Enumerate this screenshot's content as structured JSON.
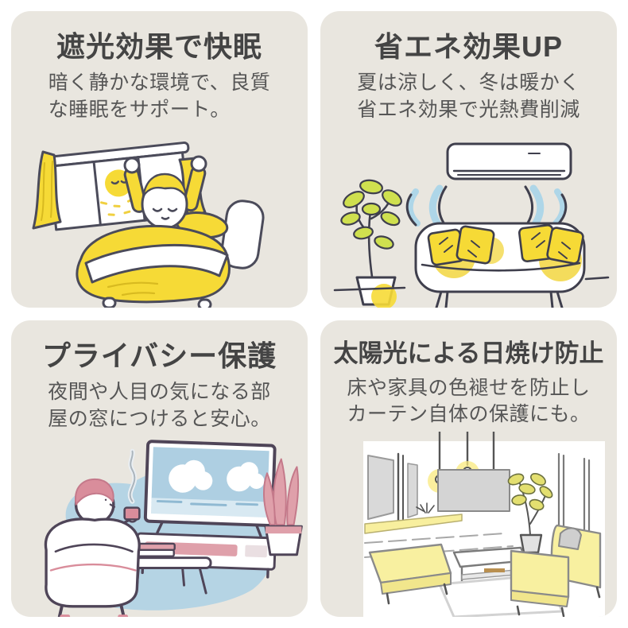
{
  "page": {
    "background": "#ffffff",
    "panel_background": "#e9e6df",
    "title_color": "#444444",
    "description_color": "#565656"
  },
  "colors": {
    "accent_yellow": "#f6da36",
    "pale_yellow": "#f8f0a0",
    "sketch_line": "#4b4b5a",
    "airflow_blue": "#aed6e8",
    "blob_blue": "#b5d4e4",
    "accent_pink": "#dfa0aa",
    "leaf_green": "#cfe04f"
  },
  "panels": [
    {
      "id": "sleep",
      "title": "遮光効果で快眠",
      "description": "暗く静かな環境で、良質\nな睡眠をサポート。",
      "illustration": "person stretching awake in a yellow bed beside a window with yellow blackout curtains and a smiling sun"
    },
    {
      "id": "energy-saving",
      "title": "省エネ効果UP",
      "description": "夏は涼しく、冬は暖かく\n省エネ効果で光熱費削減",
      "illustration": "wall air conditioner blowing air over a white sofa with yellow cushions next to a potted plant"
    },
    {
      "id": "privacy",
      "title": "プライバシー保護",
      "description": "夜間や人目の気になる部\n屋の窓につけると安心。",
      "illustration": "person relaxing in an armchair with a hot drink watching TV at night"
    },
    {
      "id": "uv-protection",
      "title": "太陽光による日焼け防止",
      "description": "床や家具の色褪せを防止し\nカーテン自体の保護にも。",
      "illustration": "sunlit living room with pendant lights, windows, plant and pale-yellow sofa"
    }
  ]
}
